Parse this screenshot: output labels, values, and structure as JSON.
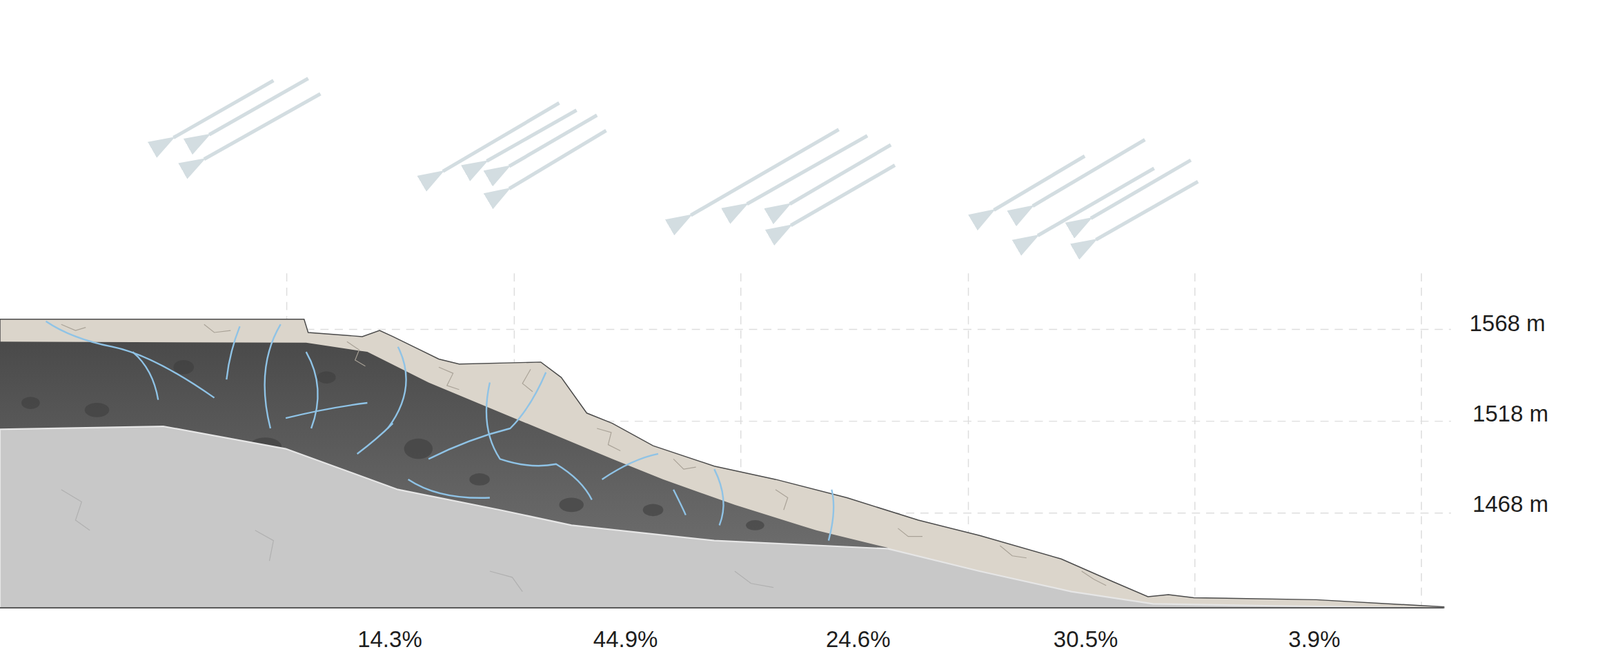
{
  "diagram": {
    "labels": [
      "1568 m",
      "1518 m",
      "1468 m",
      "14.3%",
      "44.9%",
      "24.6%",
      "30.5%",
      "3.9%"
    ]
  }
}
